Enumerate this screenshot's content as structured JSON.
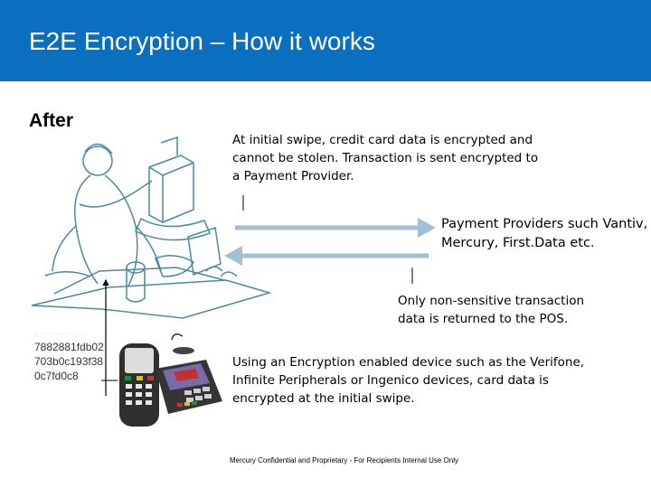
{
  "header": {
    "title": "E2E Encryption – How it works"
  },
  "label_after": "After",
  "notes": {
    "swipe": "At initial swipe, credit card data is encrypted and cannot be stolen. Transaction is sent encrypted to a Payment Provider.",
    "providers": "Payment Providers such Vantiv, Mercury, First.Data etc.",
    "returned": "Only non-sensitive transaction data is returned to the POS.",
    "devices": "Using an Encryption enabled device such as the Verifone, Infinite Peripherals or Ingenico devices, card data is encrypted at the initial swipe."
  },
  "encrypted_sample": {
    "lines": [
      "7882881fdb02",
      "703b0c193f38",
      "0c7fd0c8"
    ]
  },
  "footer": "Mercury Confidential and Proprietary - For Recipients Internal Use Only",
  "colors": {
    "header_bg": "#0a6fbf",
    "arrow": "#a3bfd3",
    "line_art": "#4a8a9e"
  }
}
